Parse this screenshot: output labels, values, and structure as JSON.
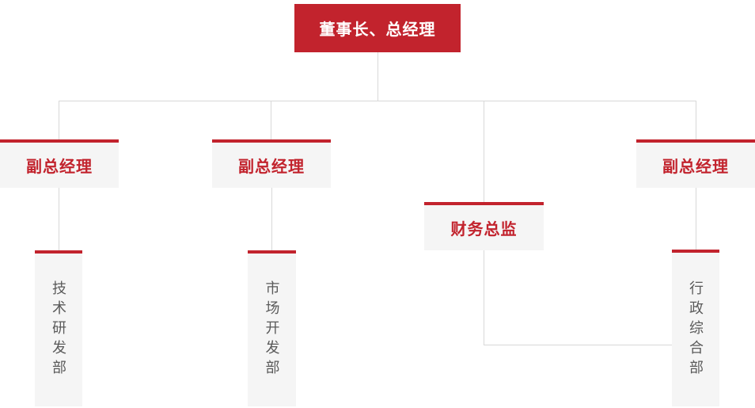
{
  "org_chart": {
    "root": {
      "label": "董事长、总经理"
    },
    "managers": [
      {
        "label": "副总经理"
      },
      {
        "label": "副总经理"
      },
      {
        "label": "财务总监"
      },
      {
        "label": "副总经理"
      }
    ],
    "departments": [
      {
        "label": "技术研发部"
      },
      {
        "label": "市场开发部"
      },
      {
        "label": "行政综合部"
      }
    ]
  },
  "colors": {
    "primary_red": "#c2232d",
    "node_background": "#f5f5f5",
    "connector_line": "#d8d8d8",
    "department_text": "#5a5a5a",
    "root_text": "#ffffff"
  }
}
